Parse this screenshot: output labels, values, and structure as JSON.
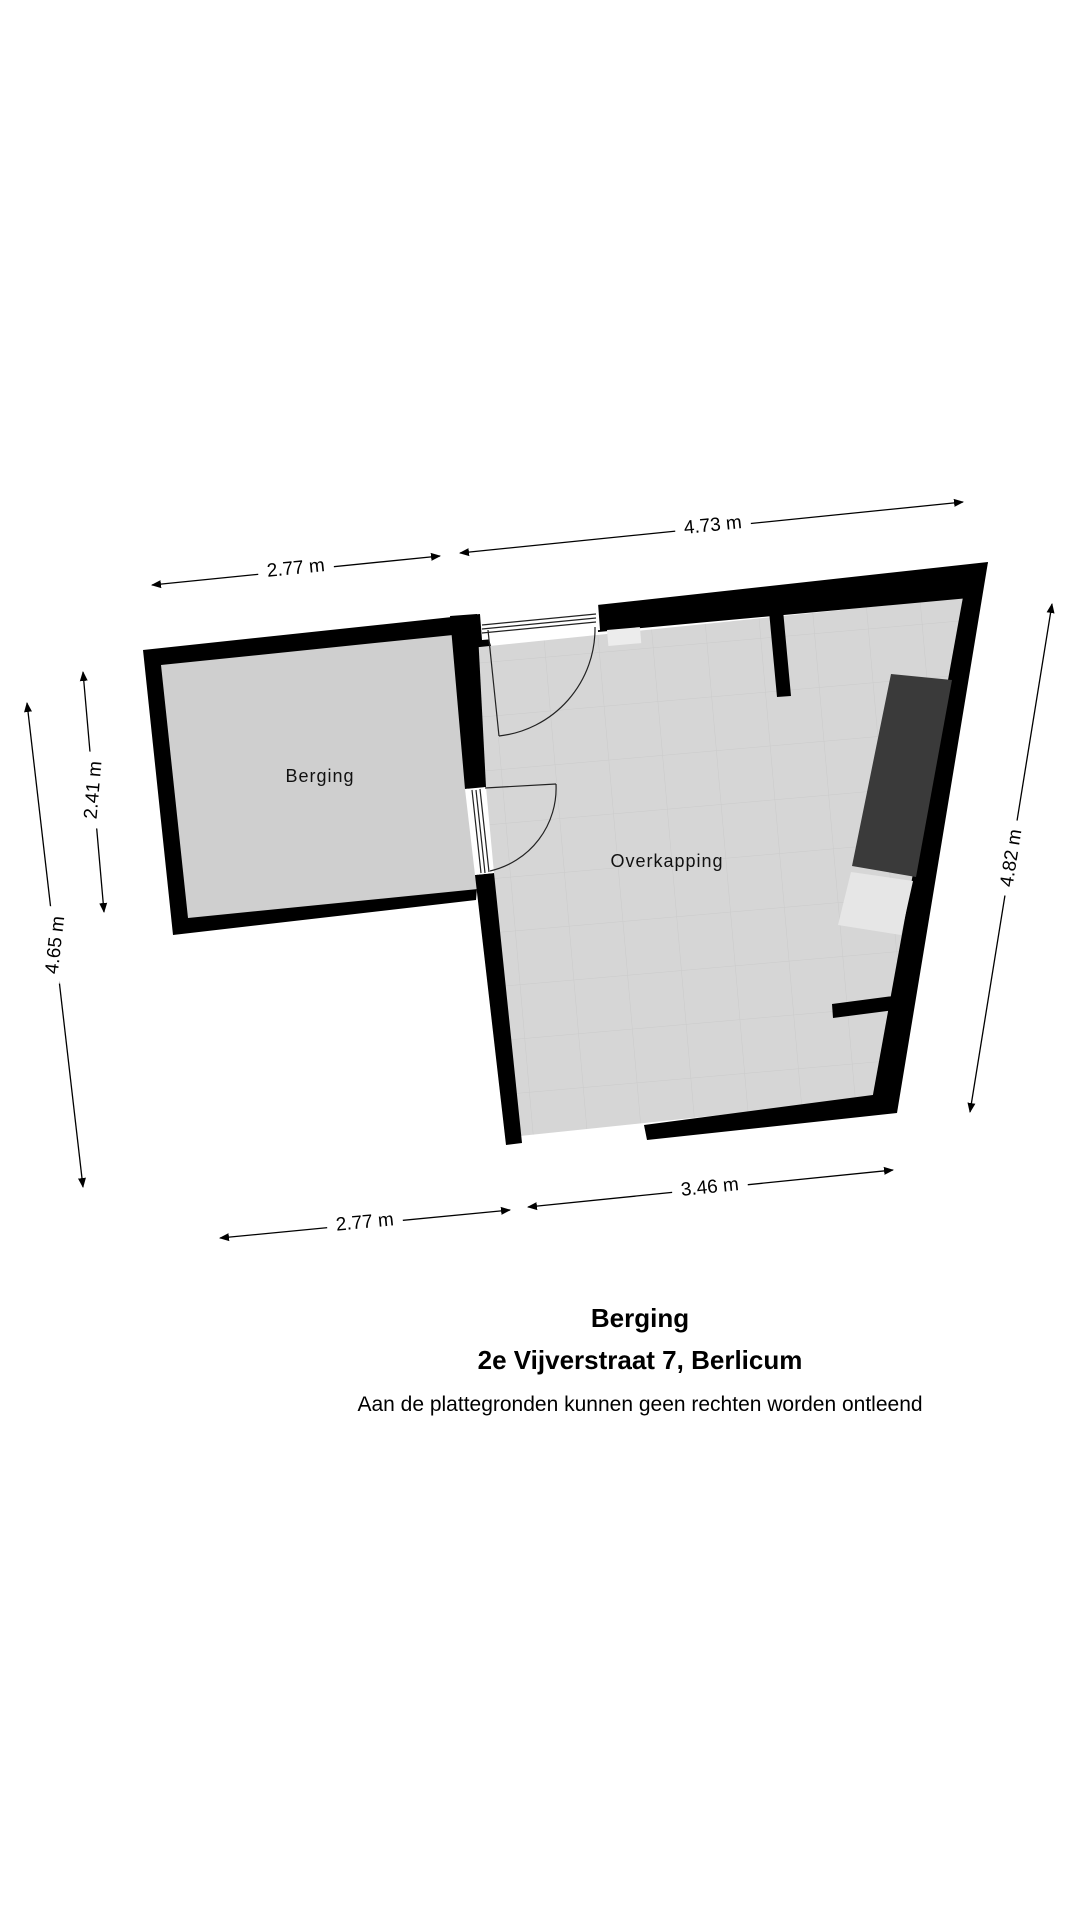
{
  "floorplan": {
    "rooms": [
      {
        "name": "Berging",
        "fill": "#cfcfcf"
      },
      {
        "name": "Overkapping",
        "fill": "#d4d4d4"
      }
    ],
    "dimensions": {
      "top_left": "2.77 m",
      "top_right": "4.73 m",
      "left_inner": "2.41 m",
      "left_outer": "4.65 m",
      "right": "4.82 m",
      "bottom_left": "2.77 m",
      "bottom_right": "3.46 m"
    },
    "colors": {
      "wall": "#000000",
      "furniture_dark": "#3a3a3a",
      "furniture_light": "#e6e6e6",
      "background": "#ffffff"
    }
  },
  "caption": {
    "title": "Berging",
    "address": "2e Vijverstraat 7, Berlicum",
    "disclaimer": "Aan de plattegronden kunnen geen rechten worden ontleend"
  }
}
